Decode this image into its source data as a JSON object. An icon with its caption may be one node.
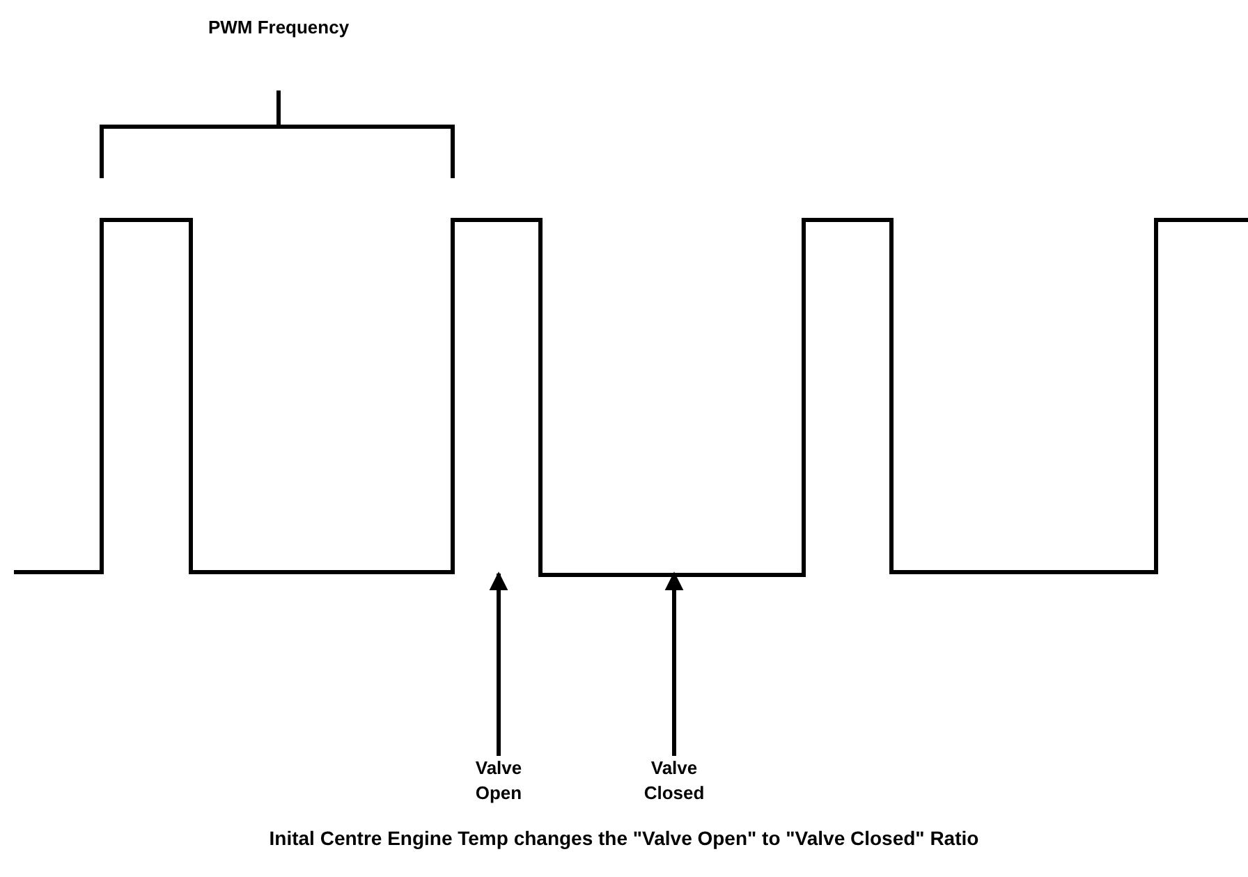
{
  "diagram": {
    "caption": "Inital Centre Engine Temp changes the \"Valve Open\" to \"Valve Closed\" Ratio",
    "nodes": [
      {
        "text": [
          "Valve Open"
        ]
      },
      {
        "text": [
          "Valve Closed"
        ]
      }
    ],
    "edges": [
      {
        "from": 0,
        "to": null,
        "arrow": "to"
      },
      {
        "from": 1,
        "to": null,
        "arrow": "to"
      }
    ],
    "labels": [
      "PWM Frequency"
    ]
  }
}
